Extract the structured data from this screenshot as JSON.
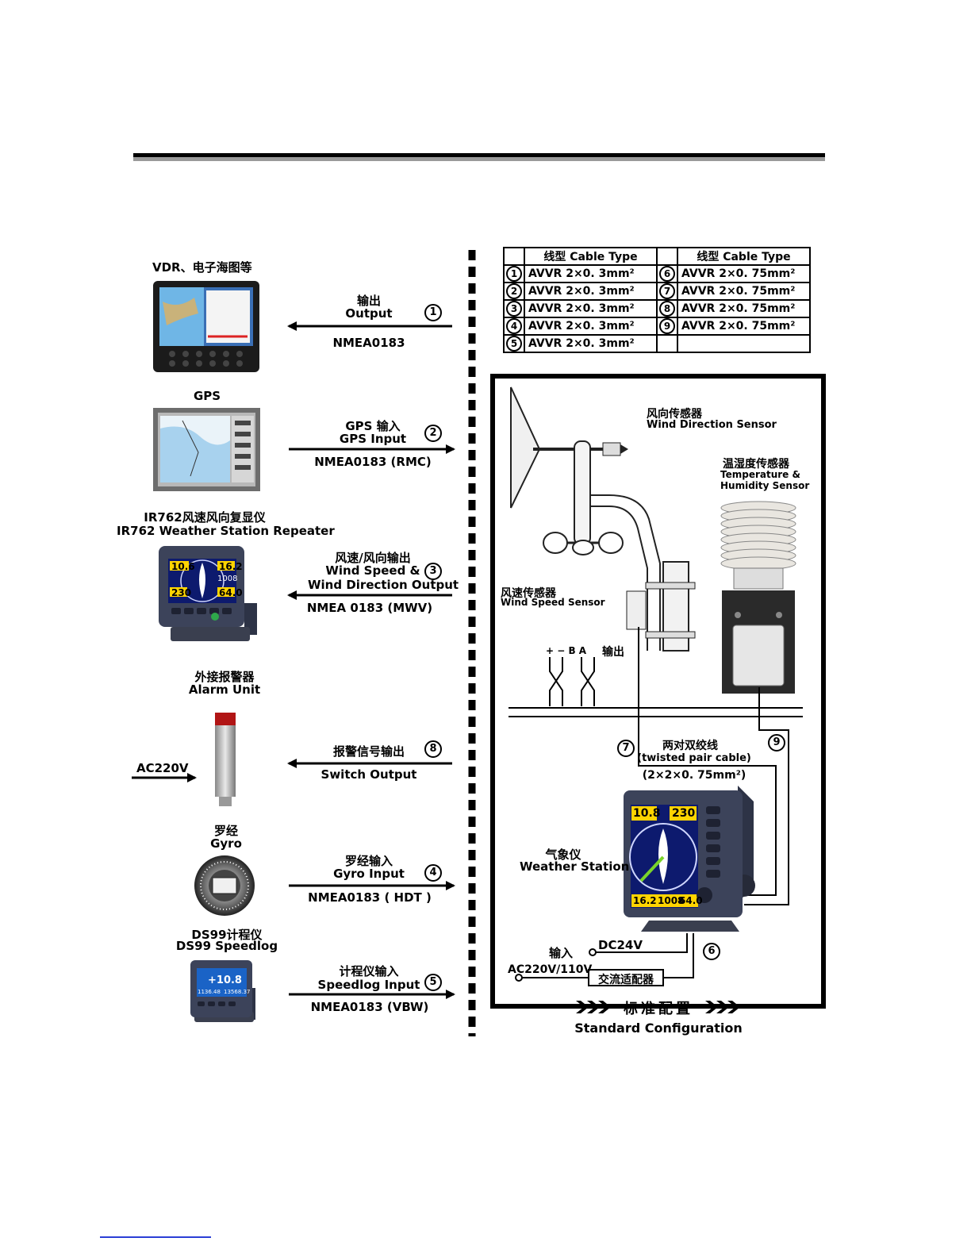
{
  "cable_table": {
    "header_left": "线型   Cable Type",
    "header_right": "线型   Cable Type",
    "rows": [
      {
        "n1": "1",
        "t1": "AVVR 2×0. 3mm²",
        "n2": "6",
        "t2": "AVVR 2×0. 75mm²"
      },
      {
        "n1": "2",
        "t1": "AVVR 2×0. 3mm²",
        "n2": "7",
        "t2": "AVVR 2×0. 75mm²"
      },
      {
        "n1": "3",
        "t1": "AVVR 2×0. 3mm²",
        "n2": "8",
        "t2": "AVVR 2×0. 75mm²"
      },
      {
        "n1": "4",
        "t1": "AVVR 2×0. 3mm²",
        "n2": "9",
        "t2": "AVVR 2×0. 75mm²"
      },
      {
        "n1": "5",
        "t1": "AVVR 2×0. 3mm²",
        "n2": "",
        "t2": ""
      }
    ]
  },
  "devices": {
    "vdr": "VDR、电子海图等",
    "gps": "GPS",
    "repeater_cn": "IR762风速风向复显仪",
    "repeater_en": "IR762  Weather Station  Repeater",
    "alarm_cn": "外接报警器",
    "alarm_en": "Alarm Unit",
    "gyro_cn": "罗经",
    "gyro_en": "Gyro",
    "speedlog_cn": "DS99计程仪",
    "speedlog_en": "DS99  Speedlog",
    "ac220v_in": "AC220V"
  },
  "connections": [
    {
      "num": "1",
      "cn": "输出",
      "en": "Output",
      "protocol": "NMEA0183"
    },
    {
      "num": "2",
      "cn": "GPS  输入",
      "en": "GPS  Input",
      "protocol": "NMEA0183 (RMC)"
    },
    {
      "num": "3",
      "cn": "风速/风向输出",
      "en": "Wind  Speed  &",
      "en2": "Wind  Direction  Output",
      "protocol": "NMEA 0183 (MWV)"
    },
    {
      "num": "8",
      "cn": "报警信号输出",
      "en": "Switch  Output",
      "protocol": ""
    },
    {
      "num": "4",
      "cn": "罗经输入",
      "en": "Gyro  Input",
      "protocol": "NMEA0183 ( HDT )"
    },
    {
      "num": "5",
      "cn": "计程仪输入",
      "en": "Speedlog  Input",
      "protocol": "NMEA0183 (VBW)"
    }
  ],
  "standard_config": {
    "wind_dir_cn": "风向传感器",
    "wind_dir_en": "Wind  Direction  Sensor",
    "temp_cn": "温湿度传感器",
    "temp_en1": "Temperature  &",
    "temp_en2": "Humidity  Sensor",
    "wind_speed_cn": "风速传感器",
    "wind_speed_en": "Wind  Speed  Sensor",
    "terminals": "+  −    B  A",
    "terminal_out": "输出",
    "cable_num_7": "7",
    "cable_num_9": "9",
    "cable_num_6": "6",
    "twisted_cn": "两对双绞线",
    "twisted_en": "(twisted pair cable)",
    "twisted_spec": "(2×2×0. 75mm²)",
    "ws_cn": "气象仪",
    "ws_en": "Weather Station",
    "input_cn": "输入",
    "dc24v": "DC24V",
    "ac_in": "AC220V/110V",
    "adapter": "交流适配器",
    "title_cn": "标准配置",
    "title_en": "Standard  Configuration",
    "ws_screen": {
      "speed": "10.8",
      "dir": "230",
      "b1": "16.2",
      "b2": "1008",
      "b3": "64.0"
    }
  },
  "repeater_screen": {
    "a": "10.6",
    "b": "16.2",
    "c": "1008",
    "d": "230",
    "e": "64.0"
  },
  "speedlog_screen": {
    "main": "+10.8",
    "l": "1136.48",
    "r": "13568.37"
  }
}
